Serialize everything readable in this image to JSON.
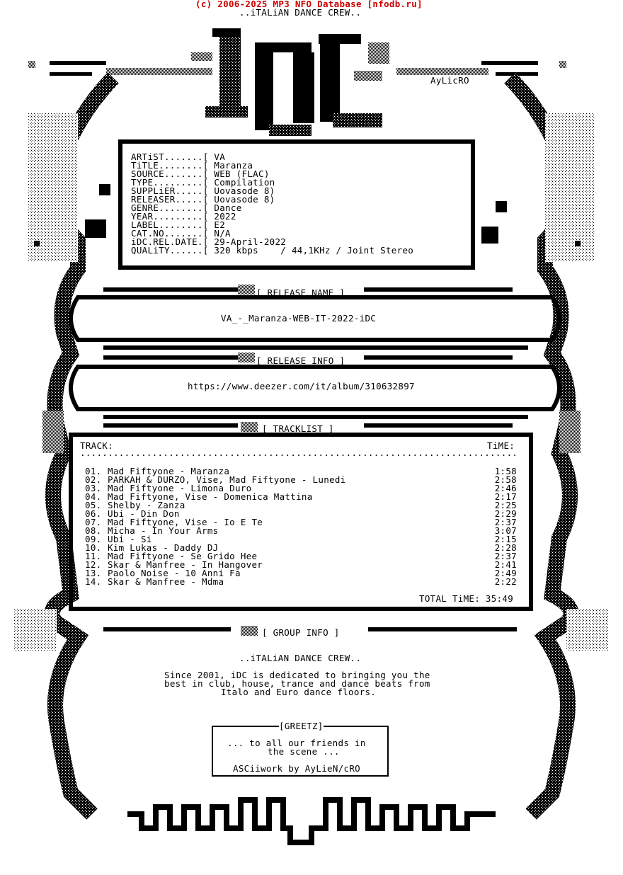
{
  "header": {
    "copyright": "(c) 2006-2025 MP3 NFO Database [nfodb.ru]",
    "crew_tagline": "..iTALiAN DANCE CREW..",
    "logo_text": "iDC",
    "ascii_credit": "AyLicRO"
  },
  "info": {
    "rows": [
      {
        "key": "ARTiST.......[",
        "value": "VA"
      },
      {
        "key": "TiTLE........[",
        "value": "Maranza"
      },
      {
        "key": "SOURCE.......[",
        "value": "WEB (FLAC)"
      },
      {
        "key": "TYPE.........[",
        "value": "Compilation"
      },
      {
        "key": "SUPPLiER.....[",
        "value": "Uovasode 8)"
      },
      {
        "key": "RELEASER.....[",
        "value": "Uovasode 8)"
      },
      {
        "key": "GENRE........[",
        "value": "Dance"
      },
      {
        "key": "YEAR.........[",
        "value": "2022"
      },
      {
        "key": "LABEL........[",
        "value": "E2"
      },
      {
        "key": "CAT.NO.......[",
        "value": "N/A"
      },
      {
        "key": "iDC.REL.DATE.[",
        "value": "29-April-2022"
      },
      {
        "key": "QUALiTY......[",
        "value": "320 kbps    / 44,1KHz / Joint Stereo"
      }
    ]
  },
  "release_name": {
    "header": "[ RELEASE NAME ]",
    "value": "VA_-_Maranza-WEB-IT-2022-iDC"
  },
  "release_info": {
    "header": "[ RELEASE INFO ]",
    "url": "https://www.deezer.com/it/album/310632897"
  },
  "tracklist": {
    "header": "[ TRACKLIST ]",
    "col_track": "TRACK:",
    "col_time": "TiME:",
    "separator": "..................................................................................",
    "tracks": [
      {
        "n": "01.",
        "title": "Mad Fiftyone - Maranza",
        "time": "1:58"
      },
      {
        "n": "02.",
        "title": "PARKAH & DURZO, Vise, Mad Fiftyone - Lunedi",
        "time": "2:58"
      },
      {
        "n": "03.",
        "title": "Mad Fiftyone - Limona Duro",
        "time": "2:46"
      },
      {
        "n": "04.",
        "title": "Mad Fiftyone, Vise - Domenica Mattina",
        "time": "2:17"
      },
      {
        "n": "05.",
        "title": "Shelby - Zanza",
        "time": "2:25"
      },
      {
        "n": "06.",
        "title": "Ubi - Din Don",
        "time": "2:29"
      },
      {
        "n": "07.",
        "title": "Mad Fiftyone, Vise - Io E Te",
        "time": "2:37"
      },
      {
        "n": "08.",
        "title": "Micha - In Your Arms",
        "time": "3:07"
      },
      {
        "n": "09.",
        "title": "Ubi - Si",
        "time": "2:15"
      },
      {
        "n": "10.",
        "title": "Kim Lukas - Daddy DJ",
        "time": "2:28"
      },
      {
        "n": "11.",
        "title": "Mad Fiftyone - Se Grido Hee",
        "time": "2:37"
      },
      {
        "n": "12.",
        "title": "Skar & Manfree - In Hangover",
        "time": "2:41"
      },
      {
        "n": "13.",
        "title": "Paolo Noise - 10 Anni Fa",
        "time": "2:49"
      },
      {
        "n": "14.",
        "title": "Skar & Manfree - Mdma",
        "time": "2:22"
      }
    ],
    "total": "TOTAL TiME: 35:49"
  },
  "group_info": {
    "header": "[ GROUP INFO ]",
    "tagline": "..iTALiAN DANCE CREW..",
    "lines": [
      "Since 2001, iDC is dedicated to bringing you the",
      "best in club, house, trance and dance beats from",
      "Italo and Euro dance floors."
    ]
  },
  "greetz": {
    "header": "[GREETZ]",
    "lines": [
      "... to all our friends in",
      "the scene ..."
    ],
    "credit": "ASCiiwork by AyLieN/cRO"
  },
  "colors": {
    "background": "#ffffff",
    "ink": "#000000",
    "shade_dark": "#404040",
    "shade_mid": "#808080",
    "shade_light": "#c0c0c0",
    "header_red": "#cc0000"
  }
}
